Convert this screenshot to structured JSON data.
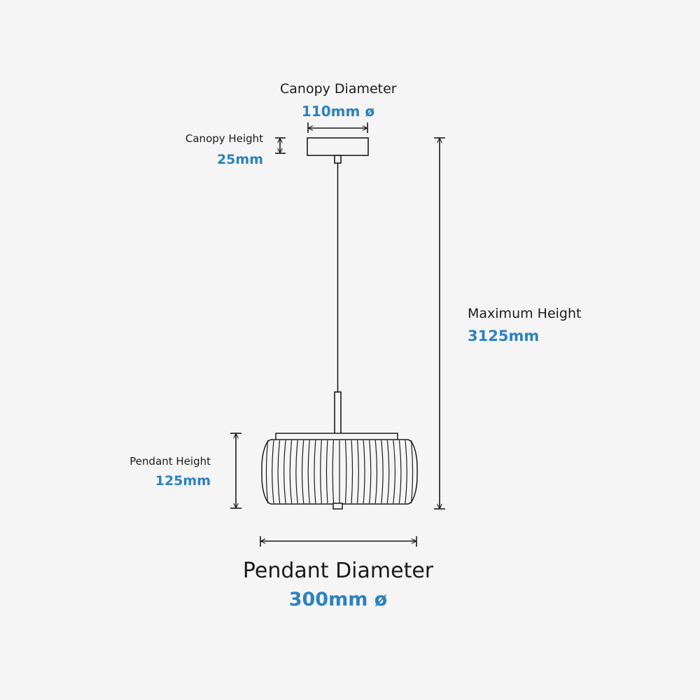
{
  "canopy_diameter": {
    "label": "Canopy Diameter",
    "value": "110mm ø"
  },
  "canopy_height": {
    "label": "Canopy Height",
    "value": "25mm"
  },
  "maximum_height": {
    "label": "Maximum Height",
    "value": "3125mm"
  },
  "pendant_height": {
    "label": "Pendant Height",
    "value": "125mm"
  },
  "pendant_diameter": {
    "label": "Pendant Diameter",
    "value": "300mm ø"
  },
  "colors": {
    "background": "#f5f5f5",
    "line": "#1b1b1b",
    "value_text": "#2b82c2",
    "label_text": "#1b1b1b"
  }
}
